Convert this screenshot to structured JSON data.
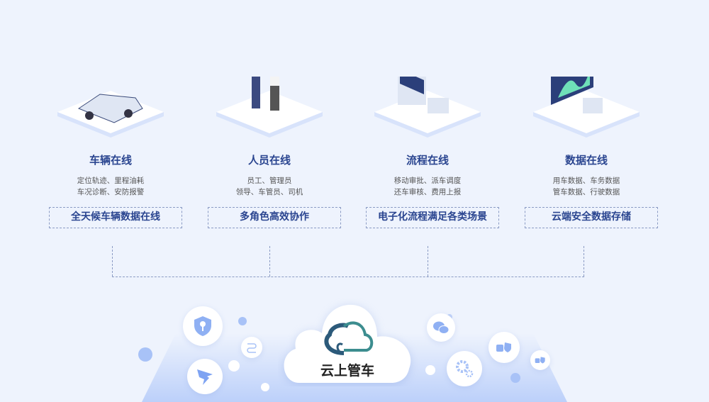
{
  "features": [
    {
      "title": "车辆在线",
      "desc": [
        "定位轨迹、里程油耗",
        "车况诊断、安防报警"
      ],
      "tag": "全天候车辆数据在线",
      "icon": "car-illustration"
    },
    {
      "title": "人员在线",
      "desc": [
        "员工、管理员",
        "领导、车管员、司机"
      ],
      "tag": "多角色高效协作",
      "icon": "people-illustration"
    },
    {
      "title": "流程在线",
      "desc": [
        "移动审批、派车调度",
        "还车审核、费用上报"
      ],
      "tag": "电子化流程满足各类场景",
      "icon": "workflow-illustration"
    },
    {
      "title": "数据在线",
      "desc": [
        "用车数据、车务数据",
        "管车数据、行驶数据"
      ],
      "tag": "云端安全数据存储",
      "icon": "data-illustration"
    }
  ],
  "brand": {
    "name": "云上管车"
  },
  "colors": {
    "accent": "#2a4590",
    "light": "#a8c2f7",
    "bg": "#eef3fd"
  }
}
